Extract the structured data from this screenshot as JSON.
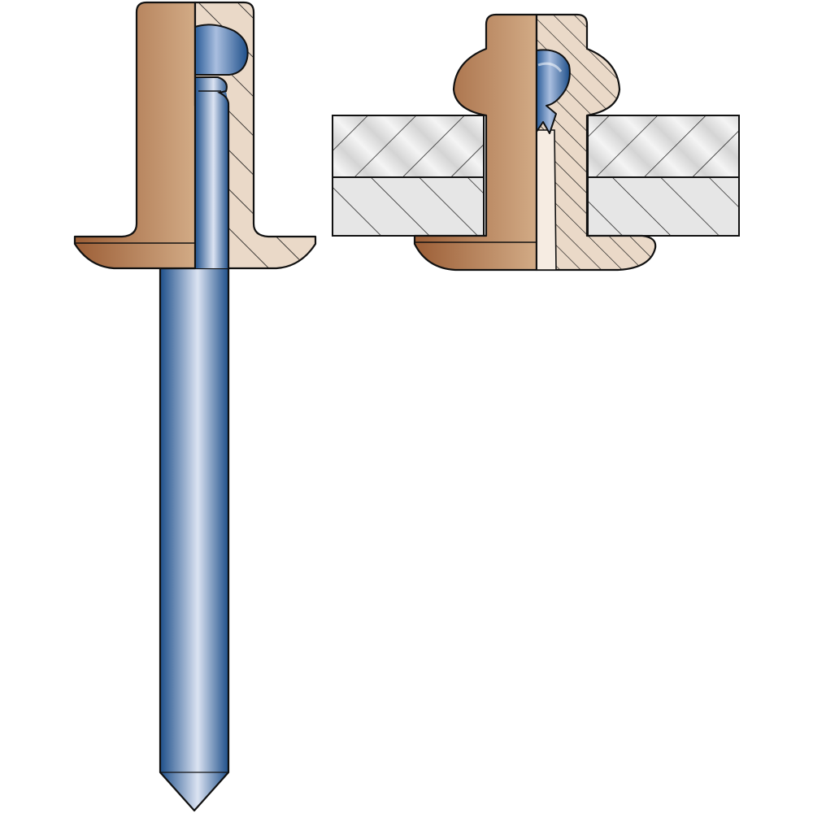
{
  "diagram": {
    "subject": "blind-rivet",
    "views": [
      {
        "id": "unset",
        "description_visible": false
      },
      {
        "id": "set-in-sheets",
        "description_visible": false
      }
    ],
    "colors": {
      "rivet_dark": "#9c5e36",
      "rivet_light": "#d2ab86",
      "rivet_section": "#ead9c8",
      "rivet_section_light": "#f6ece2",
      "mandrel_dark": "#1e4f8a",
      "mandrel_light": "#dbe3f2",
      "sheet_fill": "#dcdcdc",
      "sheet_light": "#f4f4f4",
      "outline": "#111111",
      "background": "#ffffff"
    }
  }
}
